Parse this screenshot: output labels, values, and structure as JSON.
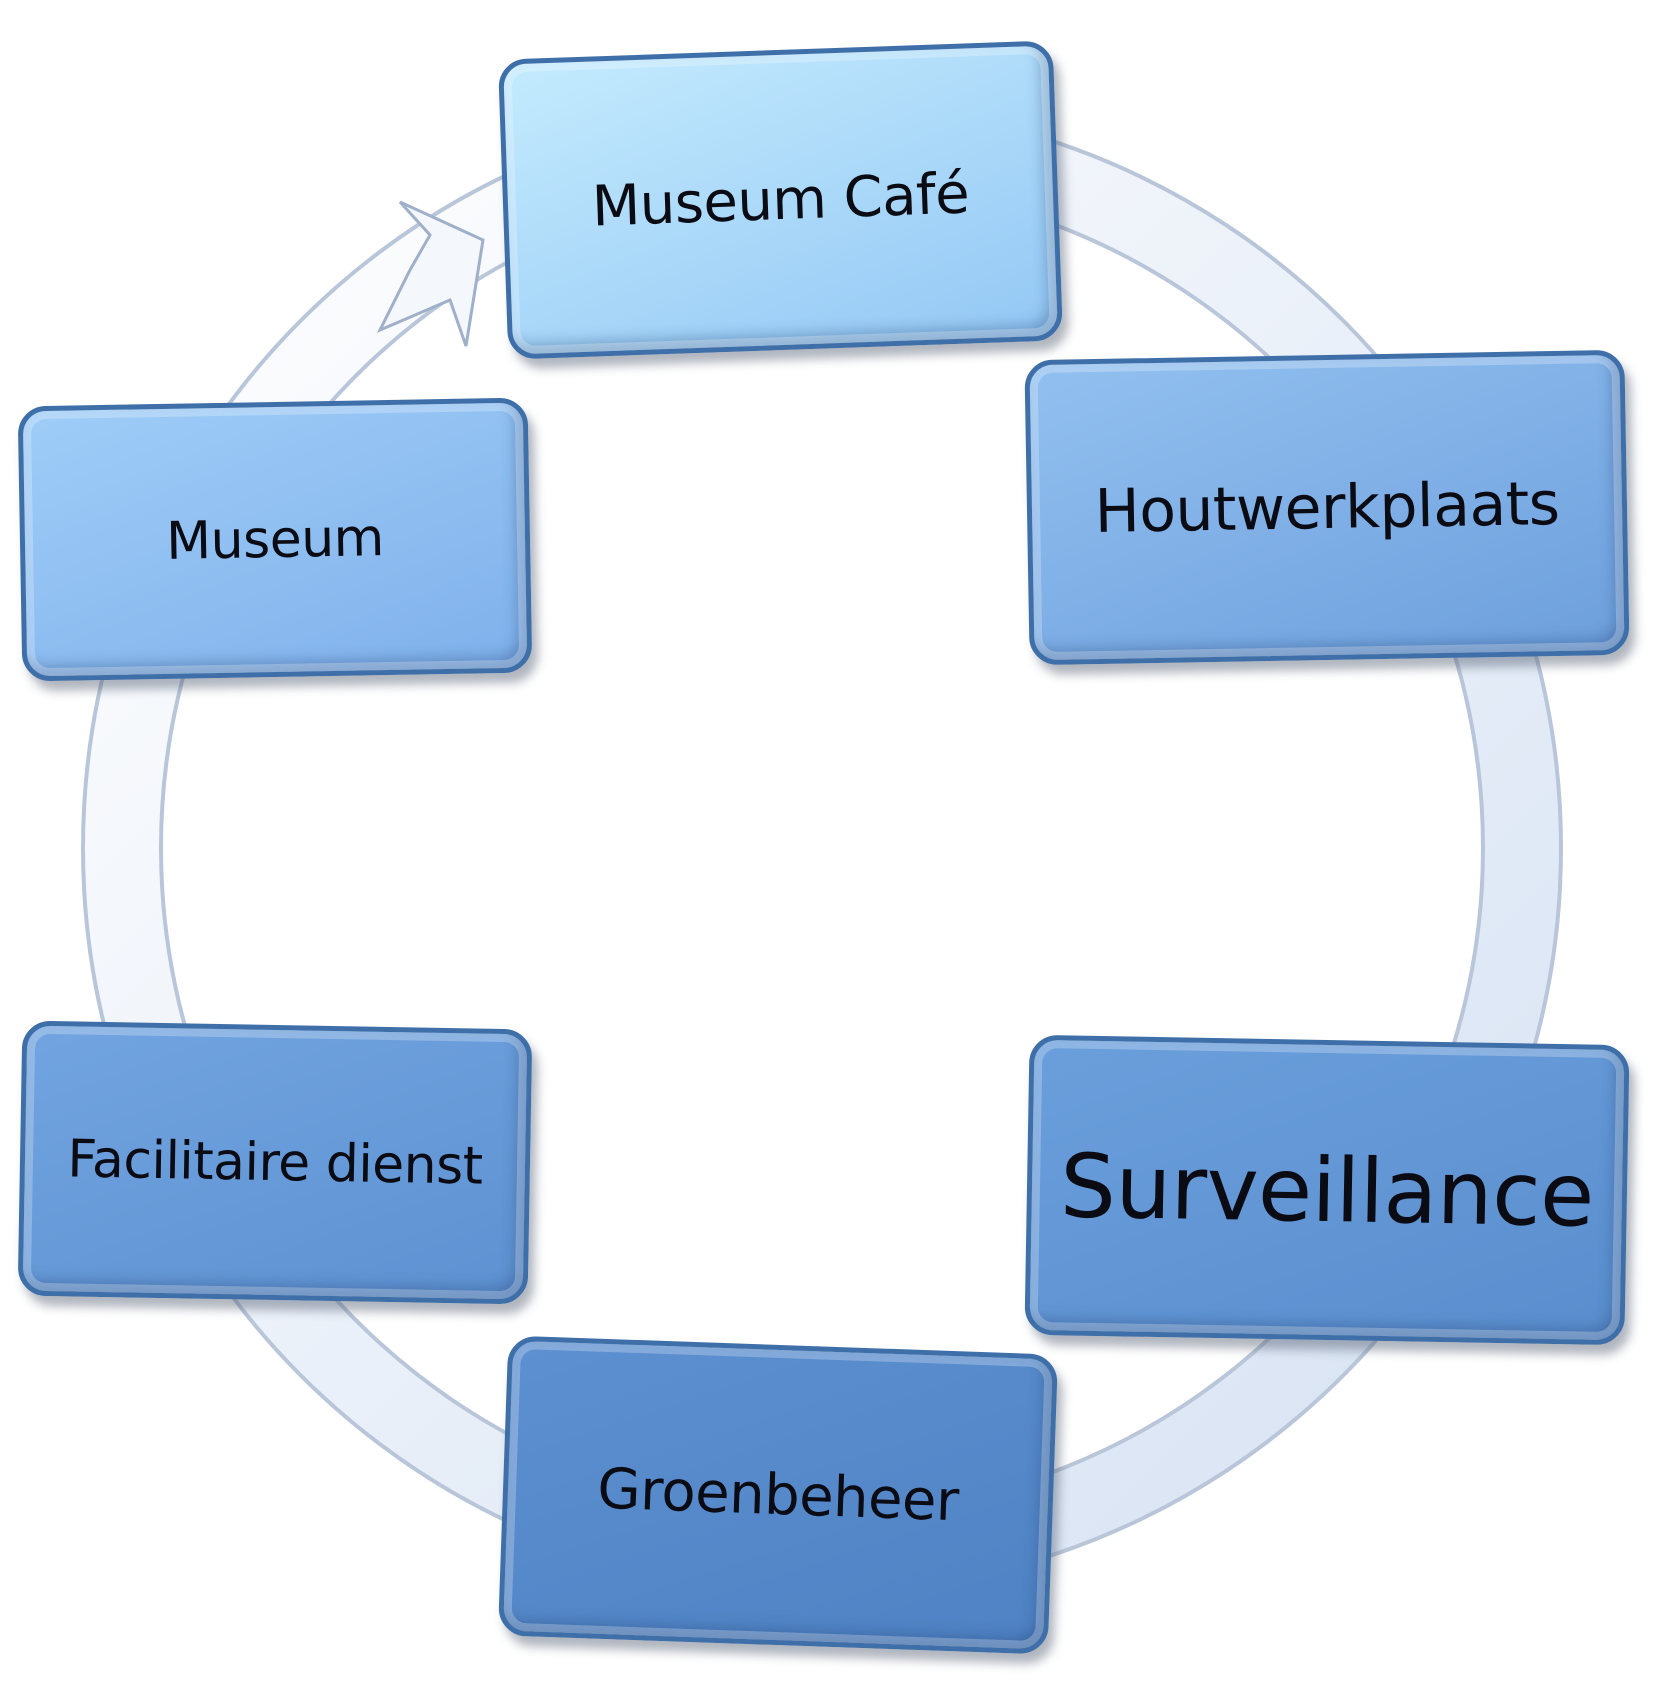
{
  "diagram": {
    "type": "cycle",
    "nodes": [
      {
        "label": "Museum Café"
      },
      {
        "label": "Houtwerkplaats"
      },
      {
        "label": "Surveillance"
      },
      {
        "label": "Groenbeheer"
      },
      {
        "label": "Facilitaire dienst"
      },
      {
        "label": "Museum"
      }
    ],
    "colors": {
      "light": "#c2e8fd",
      "mid": "#8ab8ee",
      "dark": "#5a8ccc",
      "border": "#3f6fa8",
      "ring": "#e3ebf7"
    }
  }
}
